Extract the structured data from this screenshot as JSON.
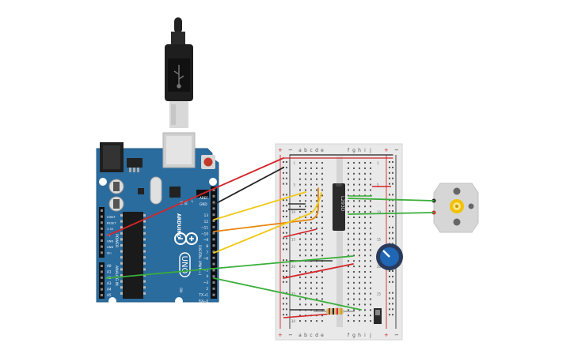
{
  "board": {
    "brand": "ARDUINO",
    "model": "UNO",
    "aref": "AREF",
    "gnd": "GND",
    "digital_header": "DIGITAL (PWM~)",
    "analog_header": "ANALOG IN",
    "power_header": "POWER",
    "ioref": "IOREF",
    "reset_pin": "RESET",
    "v33": "3.3V",
    "v5": "5V",
    "gnd_a": "GND",
    "gnd_b": "GND",
    "vin": "Vin",
    "tx": "TX",
    "rx": "RX",
    "on": "ON",
    "l": "L",
    "digital_pins": [
      "13",
      "12",
      "~11",
      "~10",
      "~9",
      "8",
      "7",
      "~6",
      "~5",
      "4",
      "~3",
      "2",
      "TX→1",
      "RX←0"
    ],
    "analog_pins": [
      "A0",
      "A1",
      "A2",
      "A3",
      "A4",
      "A5"
    ]
  },
  "breadboard": {
    "columns_left": [
      "a",
      "b",
      "c",
      "d",
      "e"
    ],
    "columns_right": [
      "f",
      "g",
      "h",
      "i",
      "j"
    ],
    "rail_plus": "+",
    "rail_minus": "−",
    "row_numbers": [
      "1",
      "5",
      "10",
      "15",
      "20",
      "25",
      "30"
    ]
  },
  "ic": {
    "label": "L293D"
  },
  "colors": {
    "board": "#2b6c9e",
    "breadboard": "#e9e9e9",
    "wire_red": "#d3262a",
    "wire_black": "#222222",
    "wire_yellow": "#f0c814",
    "wire_orange": "#e8850c",
    "wire_green": "#3aae3a",
    "motor_gear": "#f2c200"
  }
}
